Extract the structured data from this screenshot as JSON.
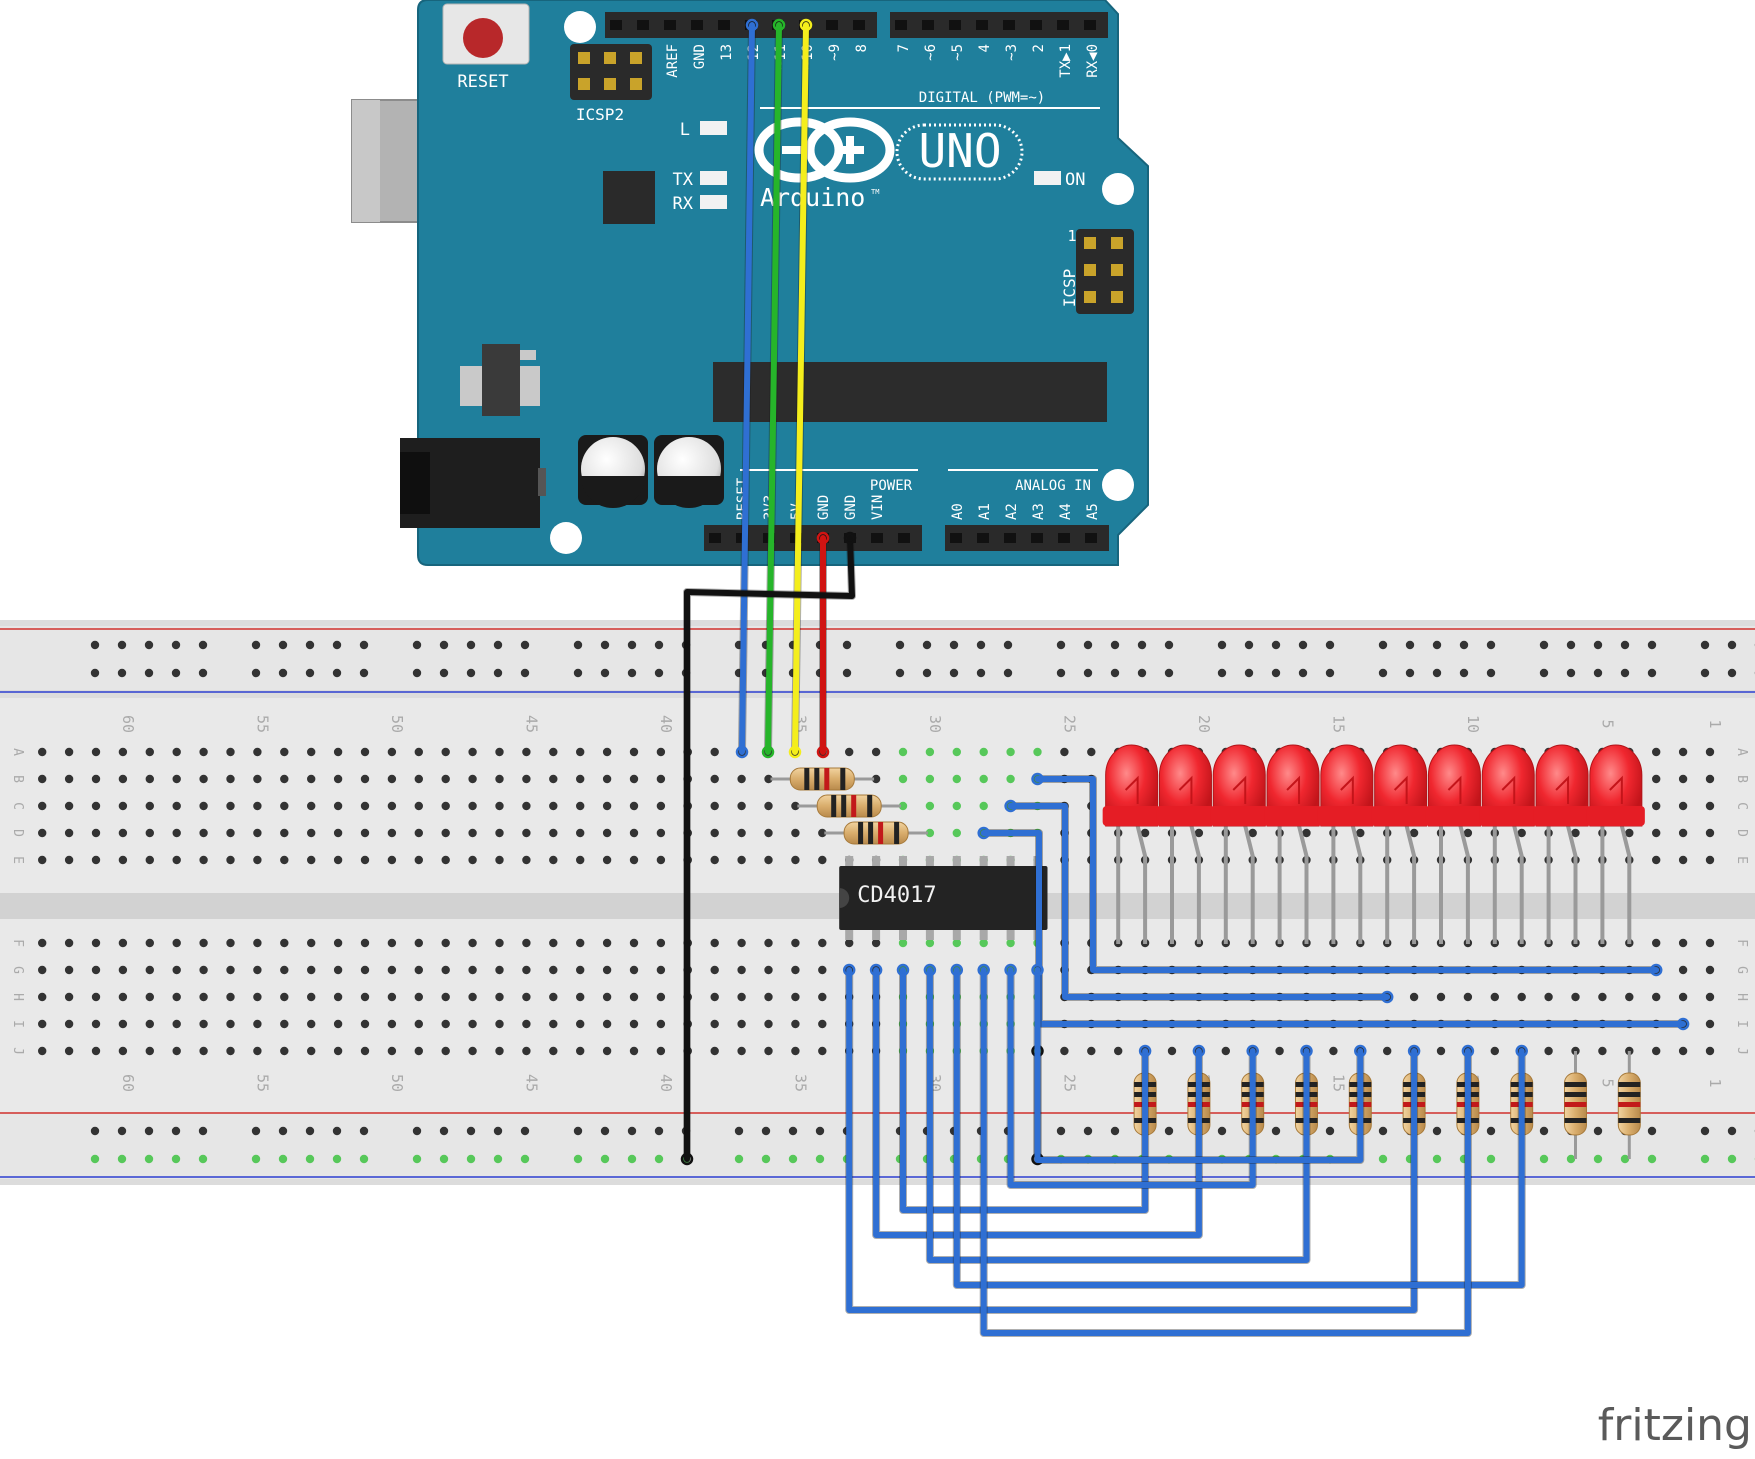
{
  "arduino": {
    "reset_label": "RESET",
    "icsp2_label": "ICSP2",
    "icsp_label": "ICSP",
    "icsp_pin1_label": "1",
    "brand_model": "UNO",
    "brand_name": "Arduino",
    "brand_tm": "TM",
    "led_labels": {
      "l": "L",
      "tx": "TX",
      "rx": "RX",
      "on": "ON"
    },
    "digital_header_label": "DIGITAL (PWM=~)",
    "digital_pin_labels": [
      "AREF",
      "GND",
      "13",
      "12",
      "~11",
      "~10",
      "~9",
      "8",
      "7",
      "~6",
      "~5",
      "4",
      "~3",
      "2",
      "TX▶1",
      "RX◀0"
    ],
    "power_header_label": "POWER",
    "analog_header_label": "ANALOG IN",
    "power_pin_labels": [
      "RESET",
      "3V3",
      "5V",
      "GND",
      "GND",
      "VIN"
    ],
    "analog_pin_labels": [
      "A0",
      "A1",
      "A2",
      "A3",
      "A4",
      "A5"
    ]
  },
  "breadboard": {
    "column_numbers_visible": [
      "60",
      "55",
      "50",
      "45",
      "40",
      "35",
      "30",
      "25",
      "20",
      "15",
      "10",
      "5",
      "1"
    ],
    "row_letters_top": [
      "A",
      "B",
      "C",
      "D",
      "E"
    ],
    "row_letters_bottom": [
      "F",
      "G",
      "H",
      "I",
      "J"
    ]
  },
  "ic": {
    "label": "CD4017",
    "pin_count": 16
  },
  "leds": {
    "count": 10,
    "color": "#e8141d"
  },
  "resistors": {
    "led_count": 10,
    "input_count": 3
  },
  "wires": {
    "colors": {
      "blue": "#2f6fd3",
      "green": "#26b52a",
      "yellow": "#f4ee1c",
      "red": "#d01412",
      "black": "#111111"
    }
  },
  "board_color": "#1f7f9c",
  "watermark": "fritzing"
}
